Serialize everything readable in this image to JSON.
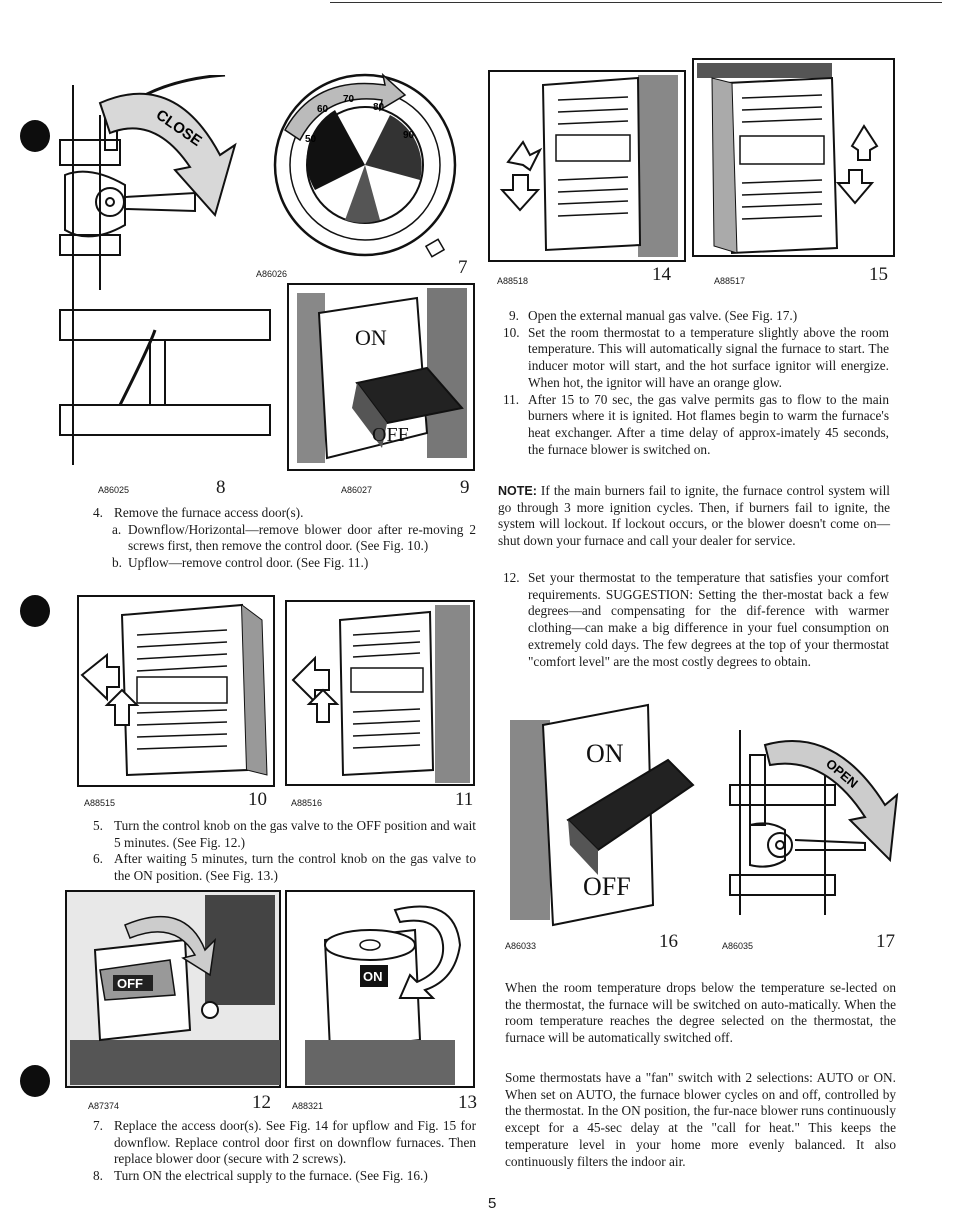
{
  "figures": {
    "f7": {
      "code": "A86026",
      "num": "7"
    },
    "f8": {
      "code": "A86025",
      "num": "8"
    },
    "f9": {
      "code": "A86027",
      "num": "9"
    },
    "f10": {
      "code": "A88515",
      "num": "10"
    },
    "f11": {
      "code": "A88516",
      "num": "11"
    },
    "f12": {
      "code": "A87374",
      "num": "12",
      "knob_label": "OFF"
    },
    "f13": {
      "code": "A88321",
      "num": "13",
      "knob_label": "ON"
    },
    "f14": {
      "code": "A88518",
      "num": "14"
    },
    "f15": {
      "code": "A88517",
      "num": "15"
    },
    "f16": {
      "code": "A86033",
      "num": "16",
      "on_label": "ON",
      "off_label": "OFF"
    },
    "f17": {
      "code": "A86035",
      "num": "17",
      "arrow_label": "OPEN"
    },
    "f9_labels": {
      "on": "ON",
      "off": "OFF"
    },
    "f8_label": "CLOSE",
    "dial_ticks": [
      "50",
      "60",
      "70",
      "80",
      "90"
    ]
  },
  "left": {
    "step4": {
      "n": "4.",
      "text": "Remove the furnace access door(s)."
    },
    "step4a": {
      "n": "a.",
      "text": "Downflow/Horizontal—remove blower door after re-moving 2 screws first, then remove the control door. (See Fig. 10.)"
    },
    "step4b": {
      "n": "b.",
      "text": "Upflow—remove control door. (See Fig. 11.)"
    },
    "step5": {
      "n": "5.",
      "text": "Turn the control knob on the gas valve to the OFF position and wait 5 minutes. (See Fig. 12.)"
    },
    "step6": {
      "n": "6.",
      "text": "After waiting 5 minutes, turn the control knob on the gas valve to the ON position. (See Fig. 13.)"
    },
    "step7": {
      "n": "7.",
      "text": "Replace the access door(s). See Fig. 14 for upflow and Fig. 15 for downflow. Replace control door first on downflow furnaces. Then replace blower door (secure with 2 screws)."
    },
    "step8": {
      "n": "8.",
      "text": "Turn ON the electrical supply to the furnace. (See Fig. 16.)"
    }
  },
  "right": {
    "step9": {
      "n": "9.",
      "text": "Open the external manual gas valve. (See Fig. 17.)"
    },
    "step10": {
      "n": "10.",
      "text": "Set the room thermostat to a temperature slightly above the room temperature. This will automatically signal the furnace to start. The inducer motor will start, and the hot surface ignitor will energize. When hot, the ignitor will have an orange glow."
    },
    "step11": {
      "n": "11.",
      "text": "After 15 to 70 sec, the gas valve permits gas to flow to the main burners where it is ignited. Hot flames begin to warm the furnace's heat exchanger. After a time delay of approx-imately 45 seconds, the furnace blower is switched on."
    },
    "note_label": "NOTE:",
    "note_text": " If the main burners fail to ignite, the furnace control system will go through 3 more ignition cycles. Then, if burners fail to ignite, the system will lockout. If lockout occurs, or the blower doesn't come on—shut down your furnace and call your dealer for service.",
    "step12": {
      "n": "12.",
      "text": "Set your thermostat to the temperature that satisfies your comfort requirements. SUGGESTION: Setting the ther-mostat back a few degrees—and compensating for the dif-ference with warmer clothing—can make a big difference in your fuel consumption on extremely cold days. The few degrees at the top of your thermostat \"comfort level\" are the most costly degrees to obtain."
    },
    "para1": "When the room temperature drops below the temperature se-lected on the thermostat, the furnace will be switched on auto-matically. When the room temperature reaches the degree selected on the thermostat, the furnace will be automatically switched off.",
    "para2": "Some thermostats have a \"fan\" switch with 2 selections: AUTO or ON. When set on AUTO, the furnace blower cycles on and off, controlled by the thermostat. In the ON position, the fur-nace blower runs continuously except for a 45-sec delay at the \"call for heat.\" This keeps the temperature level in your home more evenly balanced. It also continuously filters the indoor air."
  },
  "page_number": "5"
}
